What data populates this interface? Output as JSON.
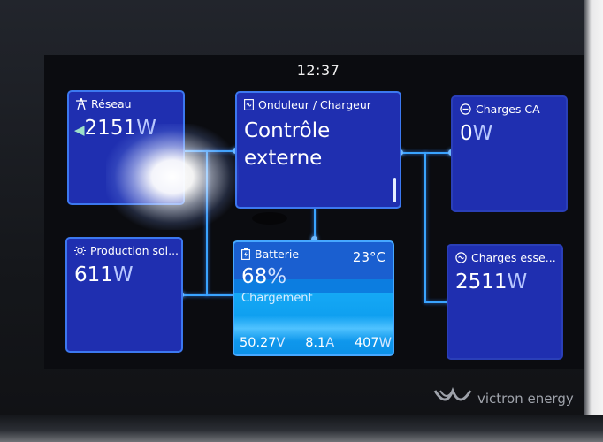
{
  "status": {
    "time": "12:37"
  },
  "tiles": {
    "grid": {
      "title": "Réseau",
      "value": "2151",
      "unit": "W",
      "icon": "tower-icon"
    },
    "solar": {
      "title": "Production sol...",
      "value": "611",
      "unit": "W",
      "icon": "sun-icon"
    },
    "inverter": {
      "title": "Onduleur / Chargeur",
      "line1": "Contrôle",
      "line2": "externe",
      "icon": "inverter-icon"
    },
    "battery": {
      "title": "Batterie",
      "temperature": "23",
      "temperature_unit": "°C",
      "soc": "68",
      "soc_unit": "%",
      "state": "Chargement",
      "voltage": "50.27",
      "voltage_unit": "V",
      "current": "8.1",
      "current_unit": "A",
      "power": "407",
      "power_unit": "W",
      "icon": "battery-charging-icon"
    },
    "ac_loads": {
      "title": "Charges CA",
      "value": "0",
      "unit": "W",
      "icon": "ac-loads-icon"
    },
    "essential_loads": {
      "title": "Charges esse...",
      "value": "2511",
      "unit": "W",
      "icon": "essential-loads-icon"
    }
  },
  "brand": {
    "name": "victron energy"
  },
  "colors": {
    "tile_bg": "#1f2fb0",
    "tile_border": "#3c78f0",
    "wire": "#3aa4ff",
    "battery": "#0a8fe6"
  }
}
